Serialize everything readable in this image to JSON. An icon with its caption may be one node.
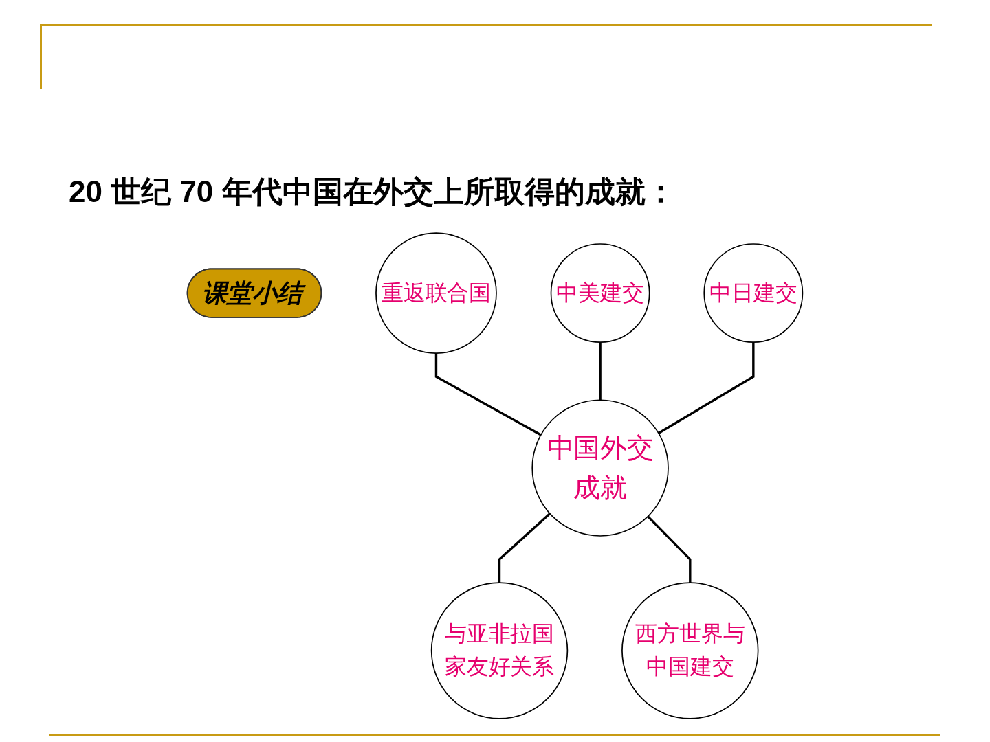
{
  "diagram": {
    "title": "20 世纪 70 年代中国在外交上所取得的成就：",
    "nodes": [
      {
        "text": [
          "课堂小结"
        ]
      },
      {
        "text": [
          "中美建交"
        ]
      },
      {
        "text": [
          "重返联合国"
        ]
      },
      {
        "text": [
          "中日建交"
        ]
      },
      {
        "text": [
          "中国外交成就"
        ]
      },
      {
        "text": [
          "与亚非拉国家友好关系"
        ]
      },
      {
        "text": [
          "西方世界与中国建交"
        ]
      }
    ],
    "edges": [
      {
        "from": 2,
        "to": 4,
        "arrow": "none"
      },
      {
        "from": 1,
        "to": 4,
        "arrow": "none"
      },
      {
        "from": 3,
        "to": 4,
        "arrow": "none"
      },
      {
        "from": 4,
        "to": 5,
        "arrow": "none"
      },
      {
        "from": 4,
        "to": 6,
        "arrow": "none"
      }
    ]
  }
}
